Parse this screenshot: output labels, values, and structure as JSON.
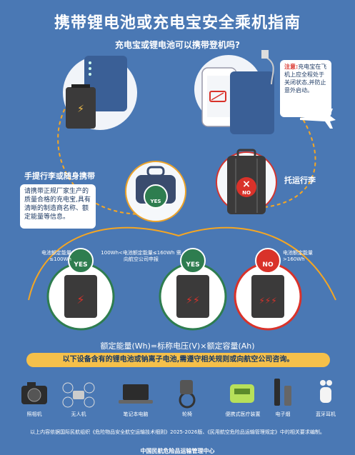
{
  "title": "携带锂电池或充电宝安全乘机指南",
  "subtitle": "充电宝或锂电池可以携带登机吗?",
  "warning": {
    "prefix": "注意:",
    "text": "充电宝在飞机上应全程处于关闭状态,并防止意外启动。"
  },
  "carry_on": {
    "label": "手提行李或随身携带",
    "note": "请携带正规厂家生产的质量合格的充电宝,具有清晰的制造商名称、额定能量等信息。",
    "badge": "YES"
  },
  "checked": {
    "label": "托运行李",
    "badge": "NO"
  },
  "ratings": [
    {
      "caption": "电池额定能量≤100Wh",
      "badge": "YES"
    },
    {
      "caption": "100Wh<电池额定能量≤160Wh 需向航空公司申报",
      "badge": "YES"
    },
    {
      "caption": "电池额定能量>160Wh",
      "badge": "NO"
    }
  ],
  "formula": "额定能量(Wh)=标称电压(V)×额定容量(Ah)",
  "banner": "以下设备含有的锂电池或钠离子电池,需遵守相关规则或向航空公司咨询。",
  "devices": [
    {
      "label": "照相机",
      "icon": "camera-icon"
    },
    {
      "label": "无人机",
      "icon": "drone-icon"
    },
    {
      "label": "笔记本电脑",
      "icon": "laptop-icon"
    },
    {
      "label": "轮椅",
      "icon": "wheelchair-icon"
    },
    {
      "label": "便携式医疗装置",
      "icon": "medical-device-icon"
    },
    {
      "label": "电子烟",
      "icon": "e-cigarette-icon"
    },
    {
      "label": "蓝牙耳机",
      "icon": "earbuds-icon"
    }
  ],
  "footer_note": "以上内容依据国际民航组织《危险物品安全航空运输技术细则》2025-2026版、《民用航空危险品运输管理规定》中的相关要求编制。",
  "footer_org": "中国民航危险品运输管理中心",
  "colors": {
    "background": "#4a78b4",
    "accent_yellow": "#f5c04a",
    "yes_green": "#2e7d4f",
    "no_red": "#d9322a",
    "battery_dark": "#3b3a3a"
  }
}
